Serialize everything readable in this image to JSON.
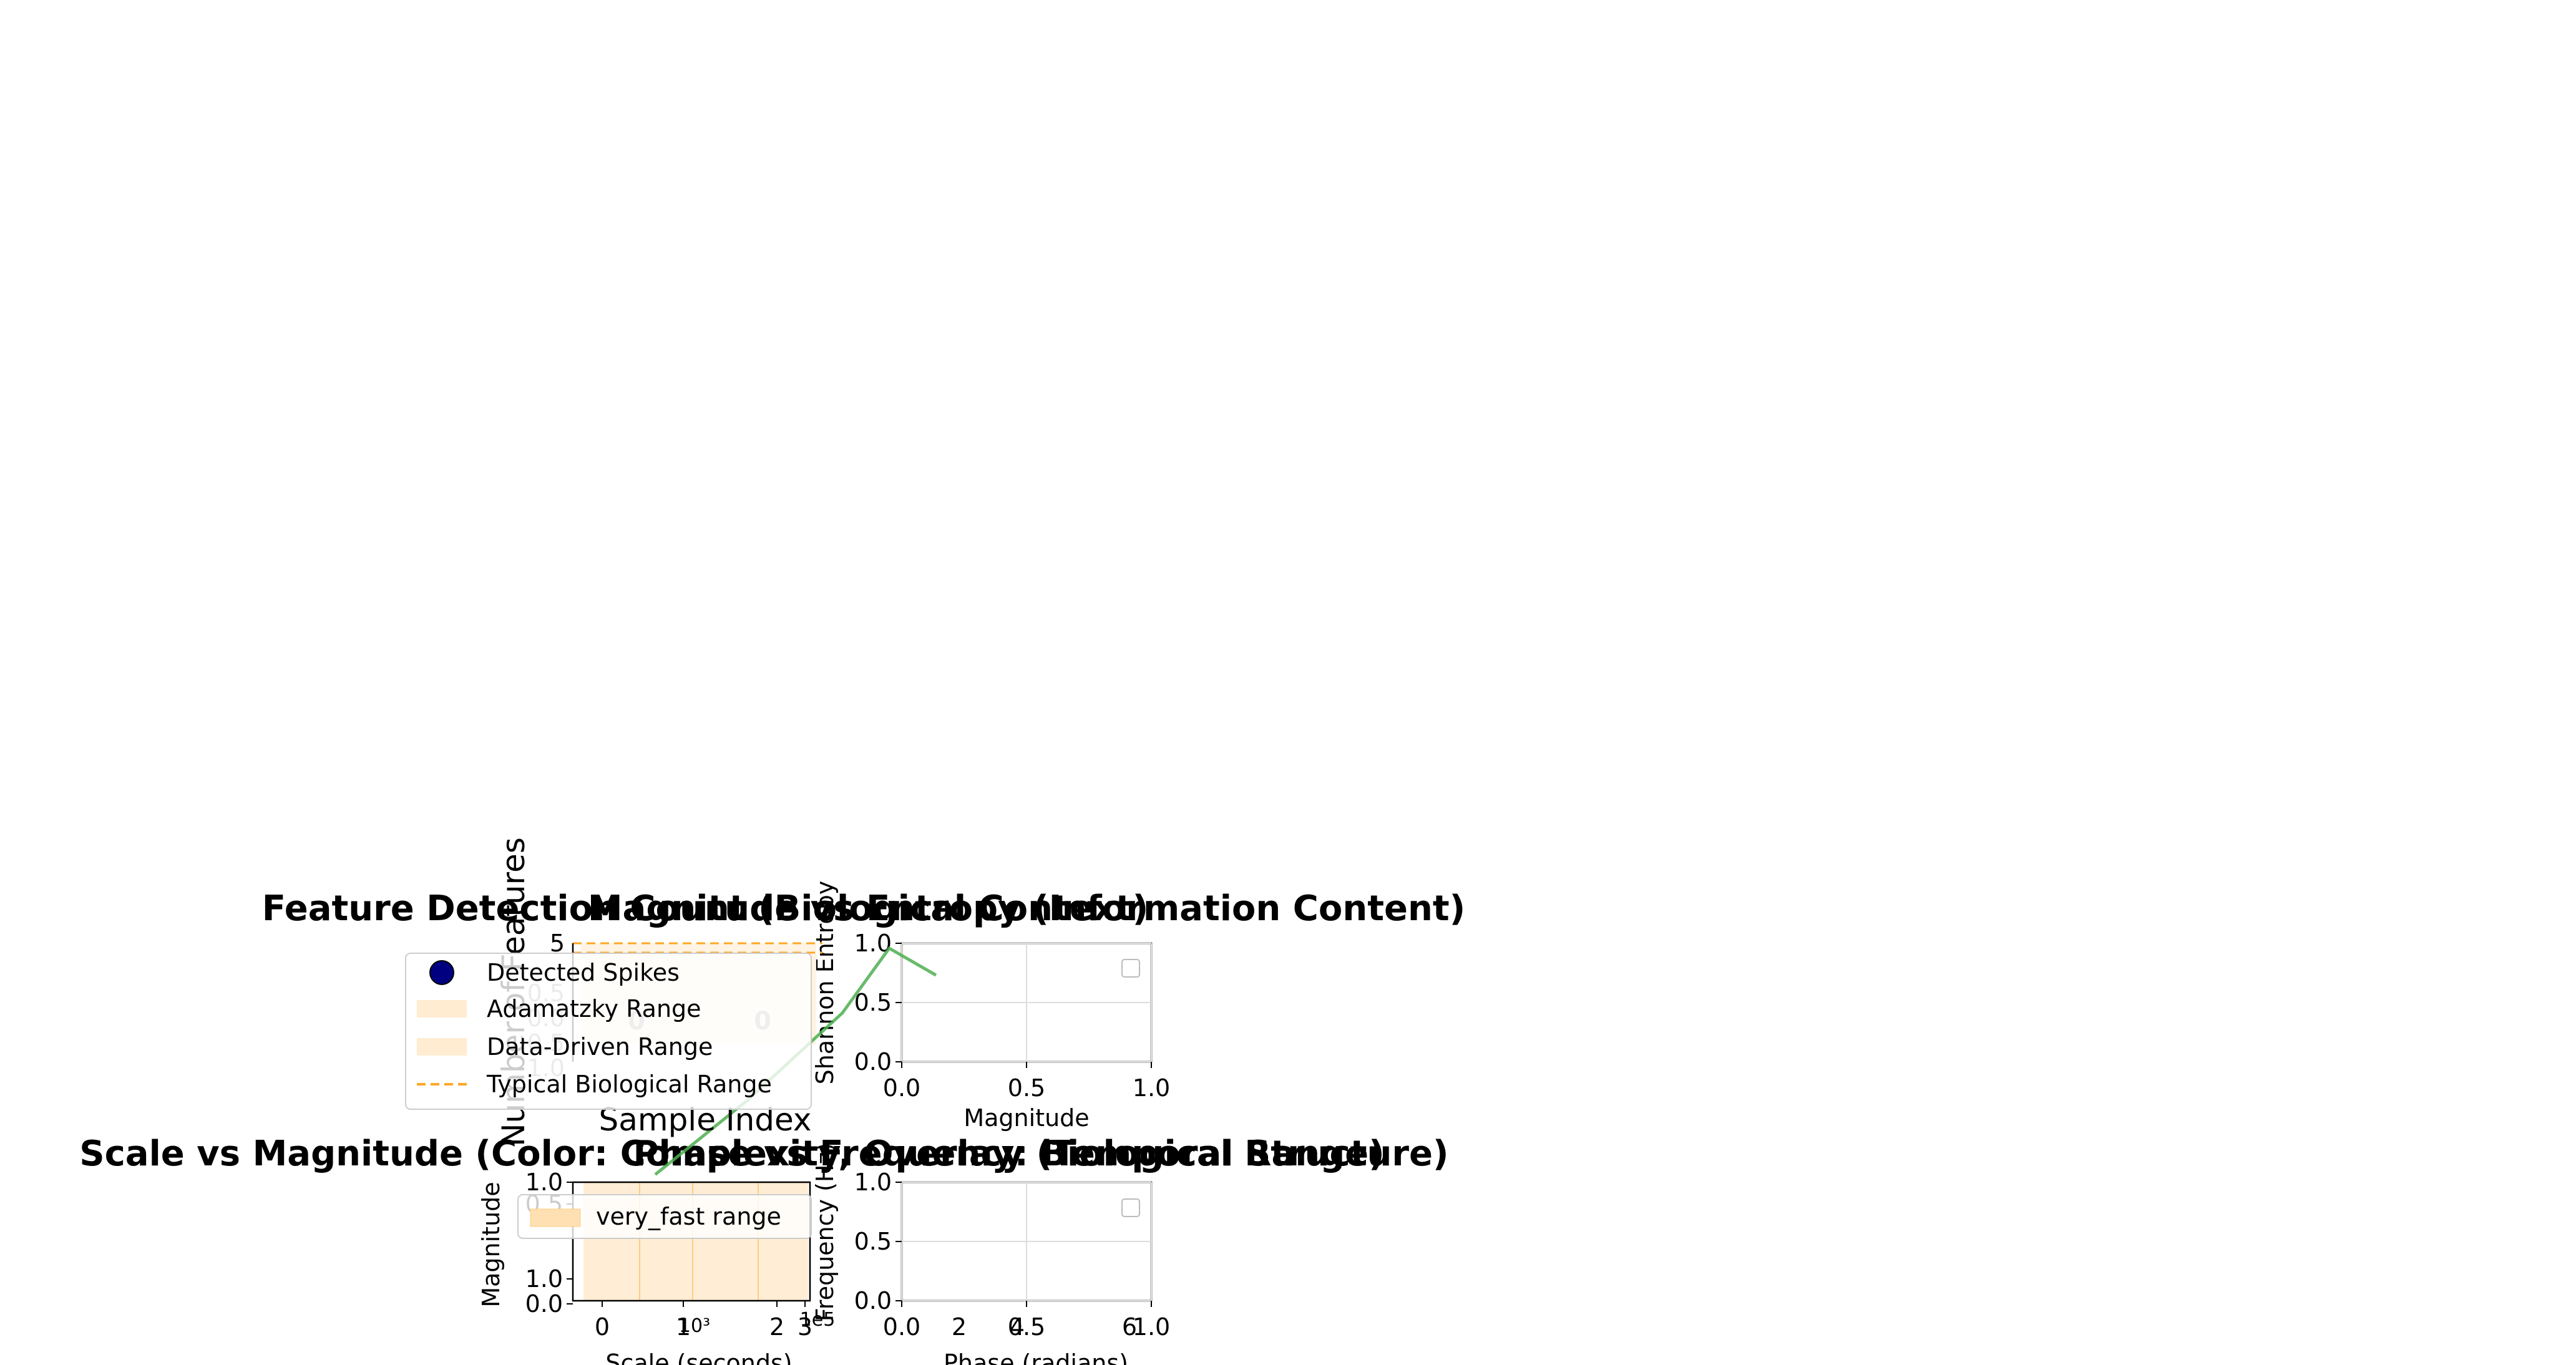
{
  "figure": {
    "description_note": "",
    "background": "#ffffff"
  },
  "colors": {
    "band_fill": "#ffe0b2",
    "band_line": "#ffcc80",
    "typical_range_line": "#ffa726",
    "spike_marker": "#000080",
    "trend_line": "#4caf50",
    "grid": "#dddddd",
    "axis": "#000000"
  },
  "chart_data": [
    {
      "id": "ax-tl",
      "type": "line",
      "title": "Feature Detection Count (Biological Context)",
      "xlabel": "Sample Index",
      "ylabel": "Number of Features",
      "yticks": [
        "0.5",
        "0.0",
        "0.5",
        "1.0"
      ],
      "ytick_extra": "5",
      "bar_labels": [
        "0",
        "0"
      ],
      "legend": {
        "placement": "upper-left-outside",
        "entries": [
          {
            "label": "Detected Spikes",
            "kind": "marker"
          },
          {
            "label": "Adamatzky Range",
            "kind": "patch"
          },
          {
            "label": "Data-Driven Range",
            "kind": "patch"
          },
          {
            "label": "Typical Biological Range",
            "kind": "dashed"
          }
        ]
      },
      "x": [
        0,
        1,
        2,
        3,
        4,
        5,
        6
      ],
      "series": [
        {
          "values": [
            0.2,
            0.9,
            1.6,
            2.4,
            3.2,
            4.4,
            3.9
          ]
        }
      ]
    },
    {
      "id": "ax-tr",
      "type": "line",
      "title": "Magnitude vs Entropy (Information Content)",
      "xlabel": "Magnitude",
      "ylabel": "Shannon Entropy",
      "xticks": [
        "0.0",
        "0.5",
        "1.0"
      ],
      "yticks": [
        "0.0",
        "0.5",
        "1.0"
      ],
      "xlim": [
        0,
        1
      ],
      "ylim": [
        0,
        1
      ],
      "grid": true,
      "legend": {
        "placement": "upper-right",
        "entries": []
      }
    },
    {
      "id": "ax-bl",
      "type": "bar",
      "title": "Scale vs Magnitude (Color: Complexity, Overlay: Biological Range)",
      "xlabel": "Scale (seconds)",
      "ylabel": "Magnitude",
      "xticks": [
        "0",
        "1",
        "2",
        "3"
      ],
      "xtick_multiplier": "10³",
      "xtick_offset": "1e5",
      "yticks": [
        "0.0",
        "1.0",
        "0.5",
        "1.0"
      ],
      "legend": {
        "placement": "upper-left",
        "entries": [
          {
            "label": "very_fast range",
            "kind": "patch"
          }
        ]
      }
    },
    {
      "id": "ax-br",
      "type": "line",
      "title": "Phase vs Frequency (Temporal Structure)",
      "xlabel": "Phase (radians)",
      "ylabel": "Frequency (Hz)",
      "xticks": [
        "0.0",
        "0.5",
        "1.0"
      ],
      "xticks_secondary": [
        "2",
        "4",
        "6"
      ],
      "yticks": [
        "0.0",
        "0.5",
        "1.0"
      ],
      "xlim": [
        0,
        1
      ],
      "ylim": [
        0,
        1
      ],
      "grid": true,
      "legend": {
        "placement": "upper-right",
        "entries": []
      }
    }
  ]
}
